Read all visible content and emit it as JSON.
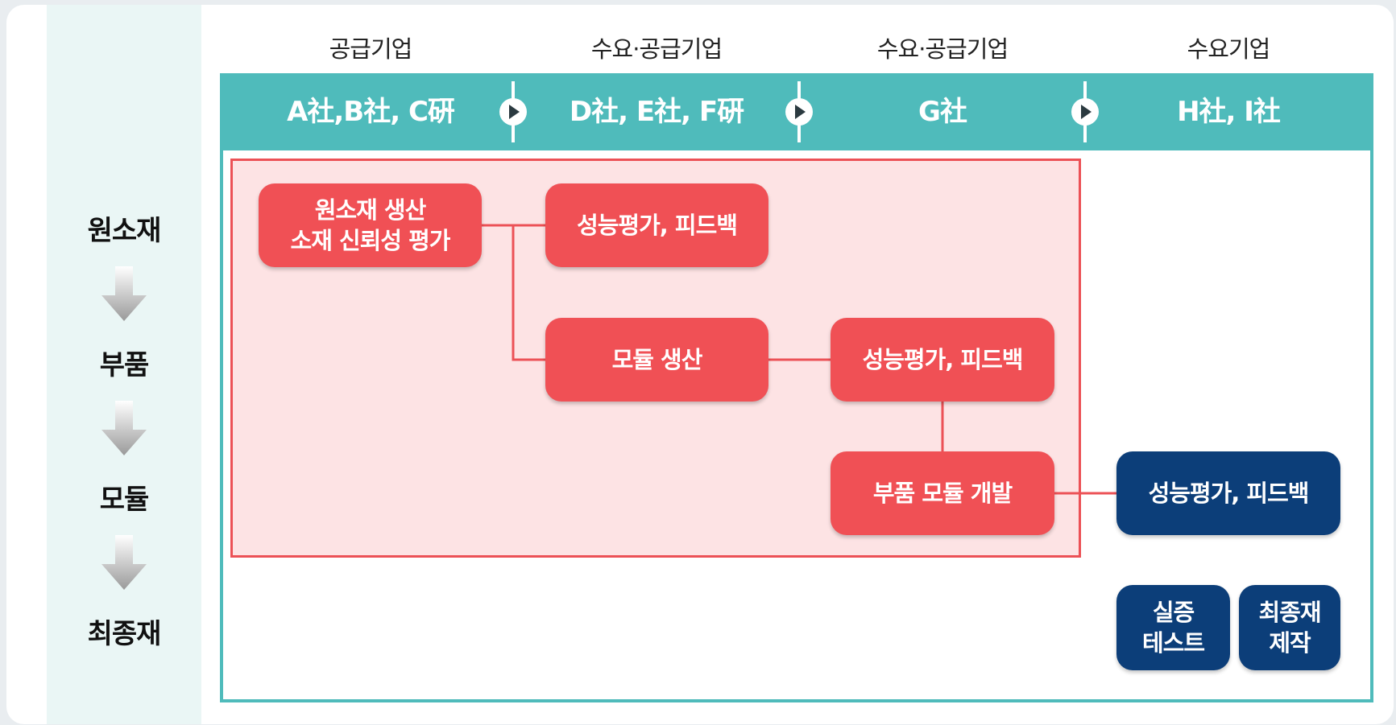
{
  "stages": [
    "원소재",
    "부품",
    "모듈",
    "최종재"
  ],
  "roles": [
    "공급기업",
    "수요·공급기업",
    "수요·공급기업",
    "수요기업"
  ],
  "companies": [
    "A社,B社, C硏",
    "D社, E社, F硏",
    "G社",
    "H社, I社"
  ],
  "boxes": {
    "raw_material": {
      "line1": "원소재 생산",
      "line2": "소재 신뢰성 평가"
    },
    "eval_1": "성능평가, 피드백",
    "module_production": "모듈 생산",
    "eval_2": "성능평가, 피드백",
    "parts_module_dev": "부품 모듈 개발",
    "eval_3": "성능평가, 피드백",
    "demo_test": {
      "line1": "실증",
      "line2": "테스트"
    },
    "final_product": {
      "line1": "최종재",
      "line2": "제작"
    }
  },
  "colors": {
    "teal": "#4fbbbb",
    "red_box": "#f05055",
    "pink_bg": "#fde3e4",
    "navy_box": "#0c3e79",
    "stage_bg": "#eaf6f5"
  }
}
